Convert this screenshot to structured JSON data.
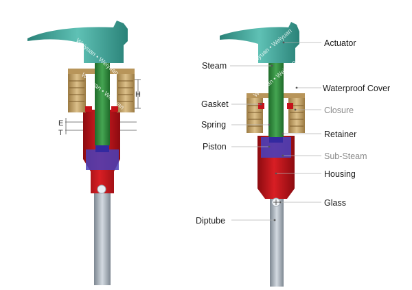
{
  "left_pump": {
    "dimension_labels": {
      "h": "H",
      "e": "E",
      "t": "T"
    }
  },
  "right_pump": {
    "labels": {
      "actuator": "Actuator",
      "steam": "Steam",
      "waterproof_cover": "Waterproof Cover",
      "gasket": "Gasket",
      "closure": "Closure",
      "spring": "Spring",
      "retainer": "Retainer",
      "piston": "Piston",
      "sub_steam": "Sub-Steam",
      "housing": "Housing",
      "glass": "Glass",
      "diptube": "Diptube"
    }
  },
  "watermark": "Weiyuan • Weiyuan",
  "colors": {
    "actuator": "#3fa9a0",
    "actuator_light": "#6fc9be",
    "stem": "#2e8a3a",
    "closure": "#c8a86a",
    "closure_dark": "#8a6a36",
    "housing": "#c4121a",
    "housing_dark": "#8c0b10",
    "piston": "#4a3fb8",
    "diptube": "#9aa3ad",
    "diptube_light": "#c8d0d8"
  }
}
